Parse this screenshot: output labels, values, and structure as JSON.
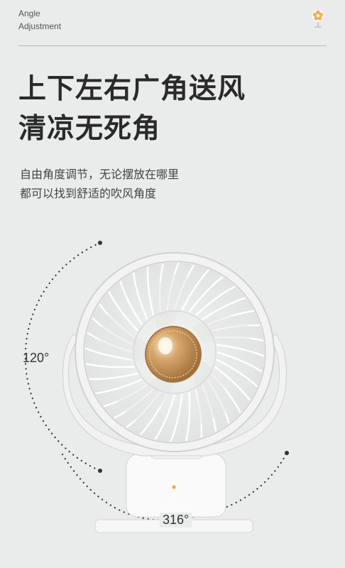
{
  "header": {
    "line1": "Angle",
    "line2": "Adjustment",
    "logo_icon": "fan-flower-logo-icon"
  },
  "headline": {
    "line1": "上下左右广角送风",
    "line2": "清凉无死角"
  },
  "description": {
    "line1": "自由角度调节，无论摆放在哪里",
    "line2": "都可以找到舒适的吹风角度"
  },
  "angles": {
    "vertical": "120°",
    "horizontal": "316°"
  },
  "colors": {
    "background": "#e9ecea",
    "accent": "#f0b25a",
    "hub": "#c9955c"
  }
}
